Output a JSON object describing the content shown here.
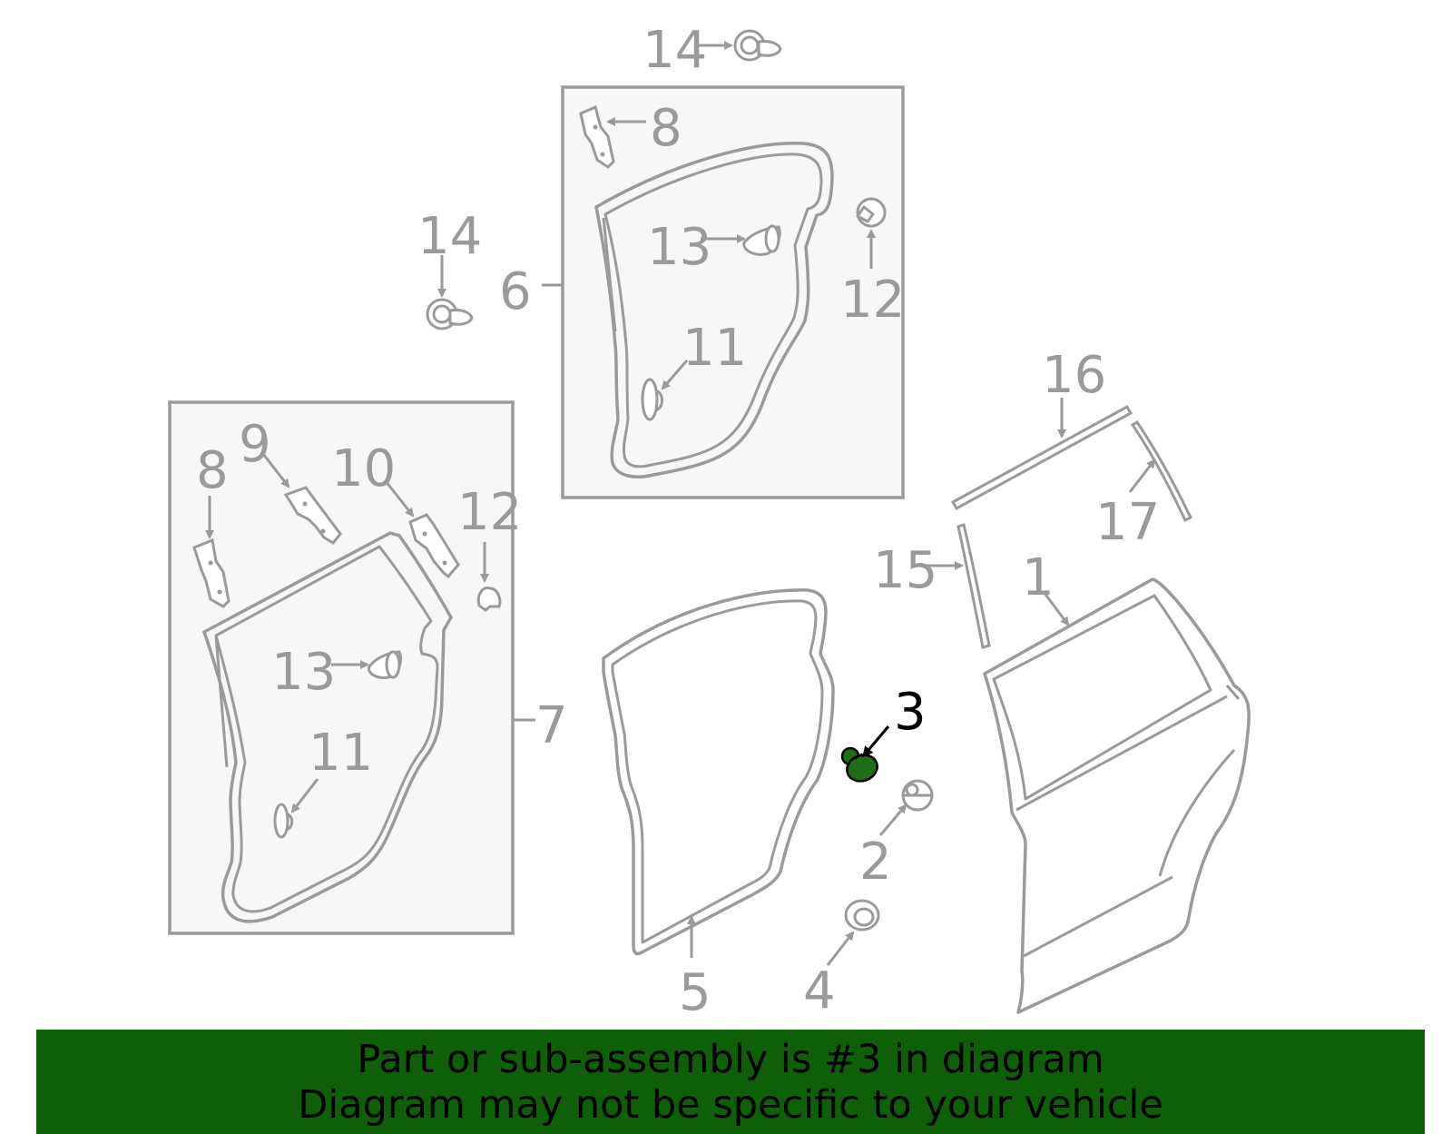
{
  "highlighted_part": "3",
  "labels": {
    "l1": "1",
    "l2": "2",
    "l3": "3",
    "l4": "4",
    "l5": "5",
    "l6": "6",
    "l7": "7",
    "l8a": "8",
    "l8b": "8",
    "l9": "9",
    "l10": "10",
    "l11a": "11",
    "l11b": "11",
    "l12a": "12",
    "l12b": "12",
    "l13a": "13",
    "l13b": "13",
    "l14a": "14",
    "l14b": "14",
    "l15": "15",
    "l16": "16",
    "l17": "17"
  },
  "banner": {
    "line1": "Part or sub-assembly is #3 in diagram",
    "line2": "Diagram may not be specific to your vehicle"
  },
  "colors": {
    "highlight": "#1f6e16",
    "banner": "#0e5f07",
    "part_lines": "#9a9a9a",
    "box_fill": "#f7f7f7"
  }
}
